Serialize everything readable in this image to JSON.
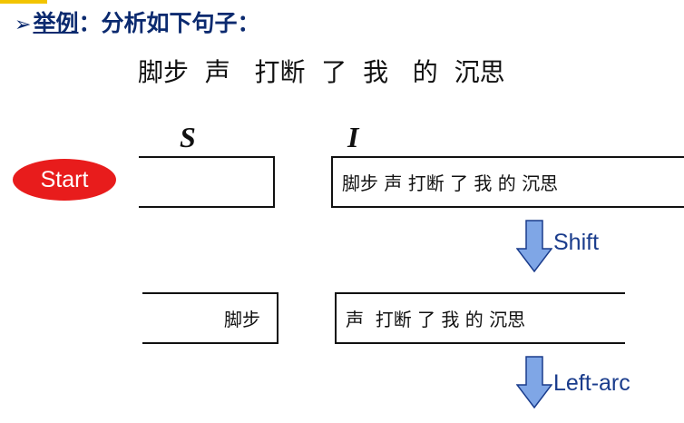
{
  "heading": {
    "bullet": "➢",
    "keyword": "举例",
    "rest": "：分析如下句子："
  },
  "sentence": "脚步  声   打断  了  我   的  沉思",
  "columns": {
    "stack_label": "S",
    "input_label": "I"
  },
  "start_label": "Start",
  "states": [
    {
      "stack_text": "",
      "input_text": "脚步 声 打断 了 我 的 沉思"
    },
    {
      "stack_text": "脚步",
      "input_text": "声  打断 了 我 的 沉思"
    }
  ],
  "transitions": [
    {
      "label": "Shift"
    },
    {
      "label": "Left-arc"
    }
  ],
  "colors": {
    "heading": "#0b2a6f",
    "start_fill": "#e81c1c",
    "arrow_fill": "#7fa6e6",
    "arrow_stroke": "#1a3c8c",
    "topbar": "#f2c400"
  }
}
